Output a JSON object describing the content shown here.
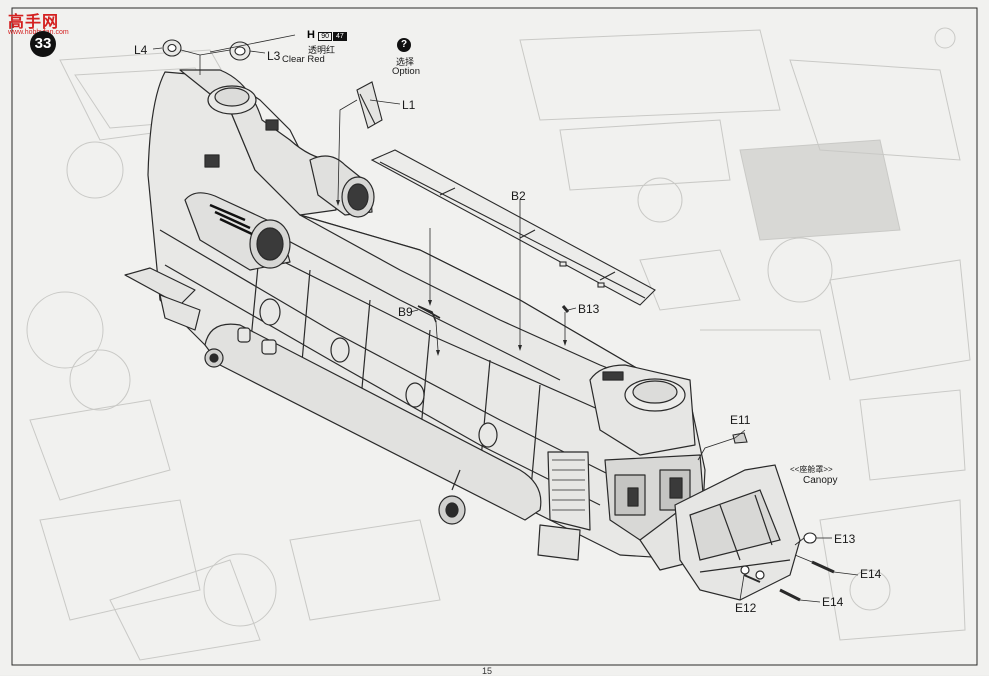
{
  "watermark": {
    "site": "高手网",
    "url": "www.hobbyfan.com"
  },
  "step_number": "33",
  "paint": {
    "code": "H",
    "num1": "90",
    "num2": "47",
    "name_cn": "透明红",
    "name_en": "Clear Red"
  },
  "option": {
    "icon": "?",
    "label_cn": "选择",
    "label_en": "Option"
  },
  "canopy": {
    "label_cn": "<<座舱罩>>",
    "label_en": "Canopy"
  },
  "parts": {
    "l4": "L4",
    "l3": "L3",
    "l1": "L1",
    "b2": "B2",
    "b9": "B9",
    "b13": "B13",
    "e11": "E11",
    "e13": "E13",
    "e14a": "E14",
    "e14b": "E14",
    "e12": "E12"
  },
  "page_number": "15",
  "colors": {
    "line": "#2a2a2a",
    "ghost": "#c9c9c6",
    "paper": "#f1f1ef",
    "watermark": "#d42020"
  }
}
